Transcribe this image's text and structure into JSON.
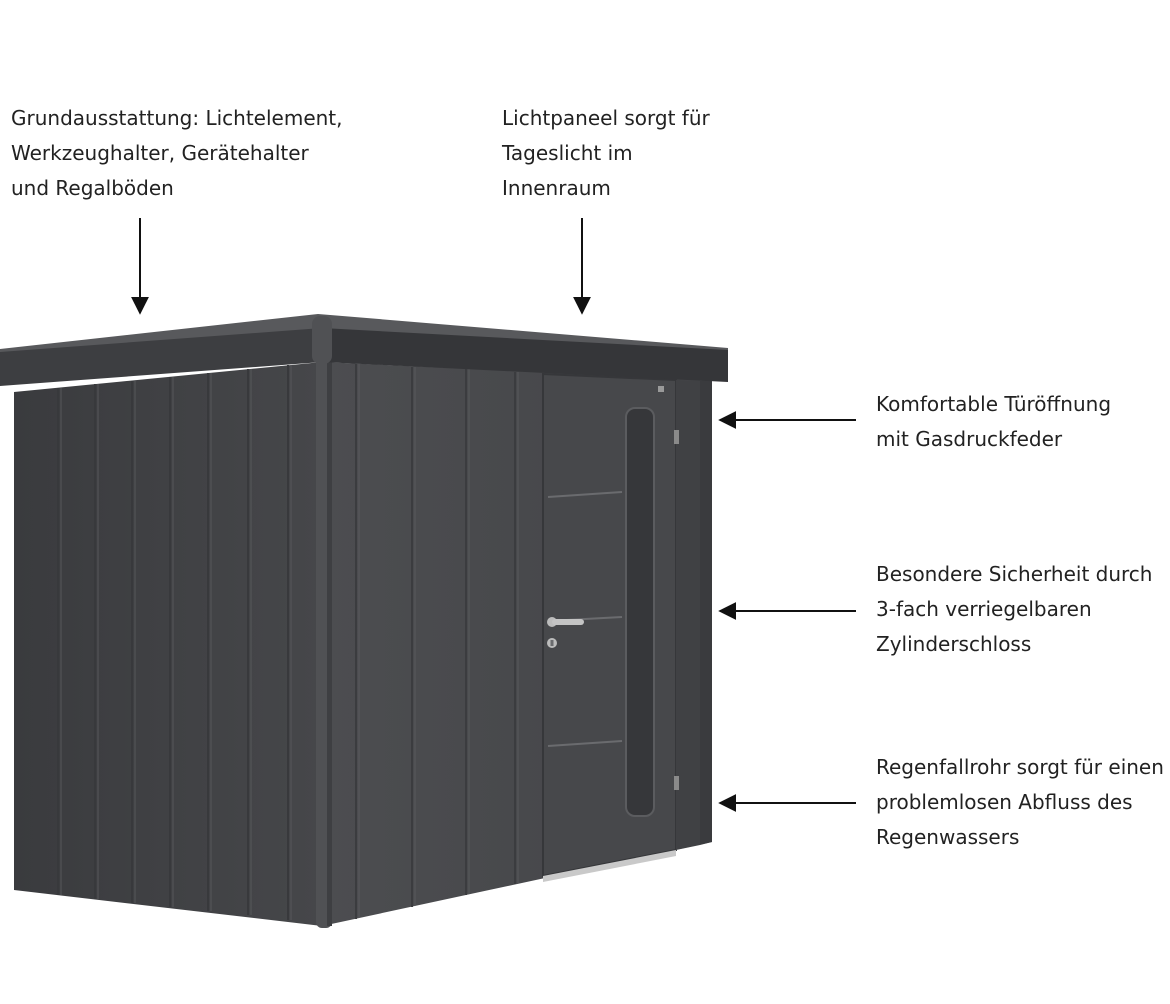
{
  "annotations": {
    "equipment": {
      "lines": [
        "Grundausstattung: Lichtelement,",
        "Werkzeughalter, Gerätehalter",
        "und Regalböden"
      ]
    },
    "light_panel": {
      "lines": [
        "Lichtpaneel sorgt für",
        "Tageslicht im",
        "Innenraum"
      ]
    },
    "door_opening": {
      "lines": [
        "Komfortable Türöffnung",
        "mit Gasdruckfeder"
      ]
    },
    "security_lock": {
      "lines": [
        "Besondere Sicherheit durch",
        "3-fach verriegelbaren",
        "Zylinderschloss"
      ]
    },
    "downpipe": {
      "lines": [
        "Regenfallrohr sorgt für einen",
        "problemlosen Abfluss des",
        "Regenwassers"
      ]
    }
  },
  "colors": {
    "background": "#ffffff",
    "text": "#222222",
    "arrow": "#111111",
    "shed_front": "#4a4b4e",
    "shed_side": "#414245",
    "roof_front": "#3d3e41",
    "roof_top": "#58595c",
    "corner_post": "#505154",
    "door": "#47484b",
    "handle": "#c4c4c4"
  },
  "icons": {
    "handle": "lever-handle-icon",
    "lock": "cylinder-lock-icon",
    "arrow": "arrow-icon"
  }
}
